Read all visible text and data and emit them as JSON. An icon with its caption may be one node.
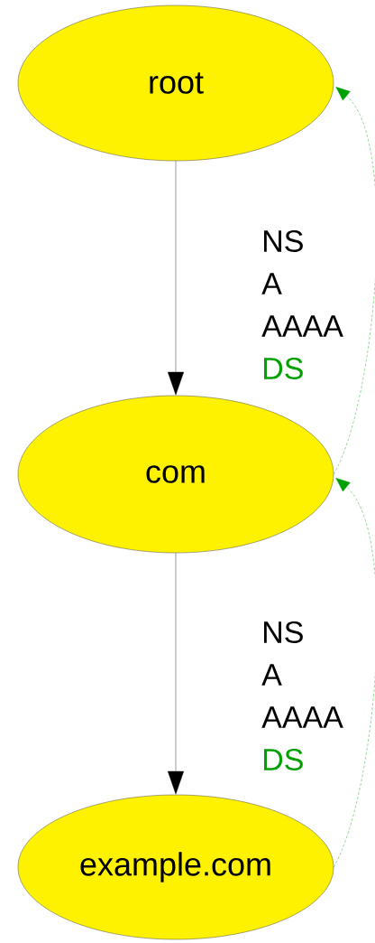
{
  "diagram": {
    "nodes": [
      {
        "text": [
          "root"
        ]
      },
      {
        "text": [
          "com"
        ]
      },
      {
        "text": [
          "example.com"
        ]
      }
    ],
    "edges": [
      {
        "from": 0,
        "to": 1,
        "arrow": "to"
      },
      {
        "from": 1,
        "to": 2,
        "arrow": "to"
      },
      {
        "from": 1,
        "to": 0,
        "arrow": "to",
        "style": "dashed",
        "color": "#00a000"
      },
      {
        "from": 2,
        "to": 1,
        "arrow": "to",
        "style": "dashed",
        "color": "#00a000"
      }
    ],
    "labels": [
      "NS",
      "A",
      "AAAA",
      "DS",
      "NS",
      "A",
      "AAAA",
      "DS"
    ]
  }
}
